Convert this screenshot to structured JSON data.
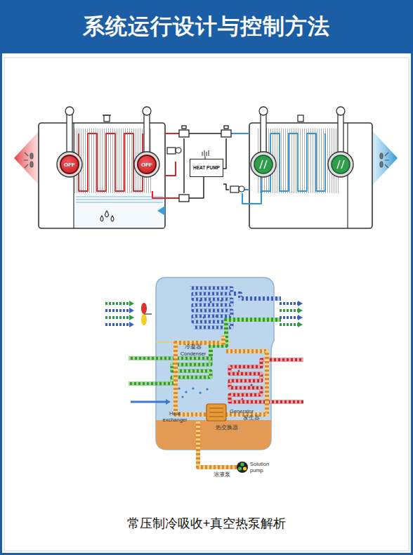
{
  "diagram": {
    "title": "系统运行设计与控制方法",
    "caption": "常压制冷吸收+真空热泵解析",
    "nodes": [
      {
        "text": [
          "OFF"
        ]
      },
      {
        "text": [
          "OFF"
        ]
      },
      {
        "text": [
          "HEAT PUMP"
        ]
      }
    ],
    "labels": [
      "冷凝器",
      "Condenser",
      "Heat exchanger",
      "Generator",
      "发生器",
      "热交换器",
      "Solution pump",
      "溶液泵"
    ]
  }
}
